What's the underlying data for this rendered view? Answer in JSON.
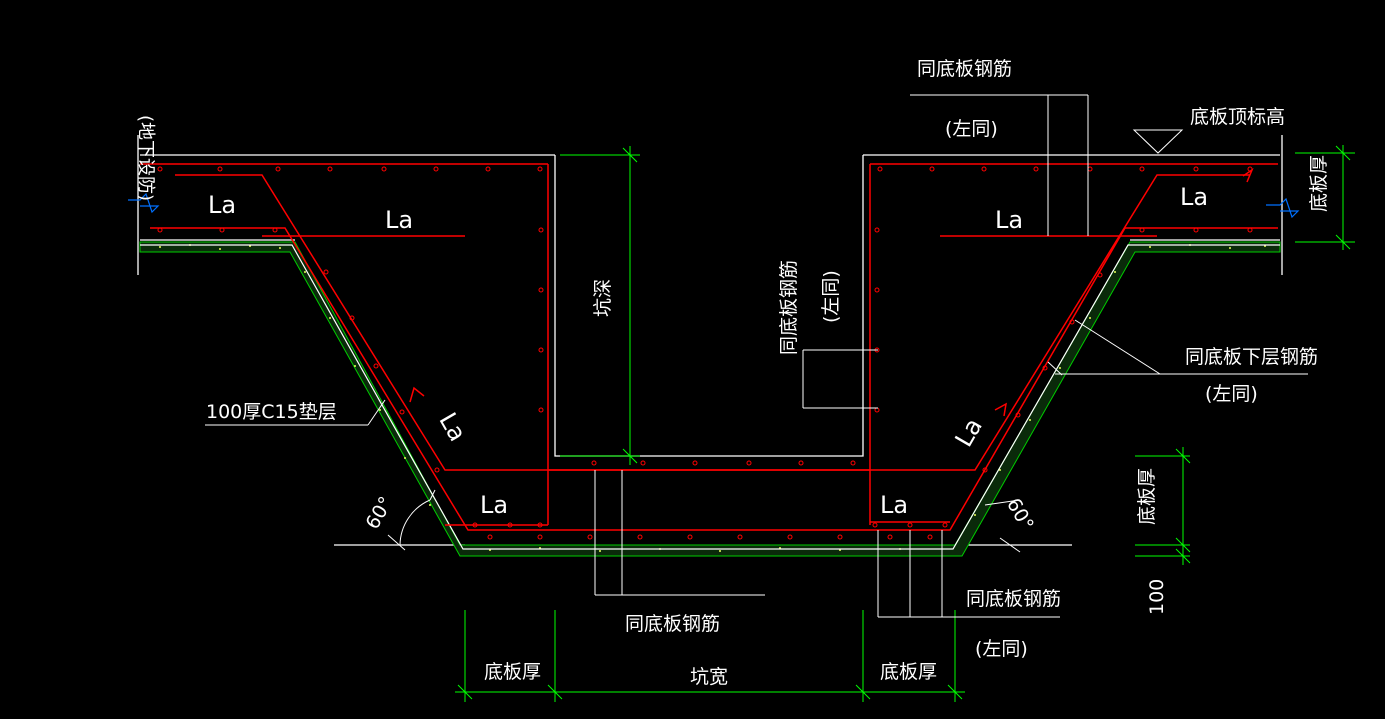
{
  "labels": {
    "la": "La",
    "top_note": "同底板钢筋",
    "top_note_sub": "(左同)",
    "top_elevation": "底板顶标高",
    "slab_thk": "底板厚",
    "pit_depth": "坑深",
    "mid_note": "同底板钢筋",
    "mid_note_sub": "(左同)",
    "lower_note": "同底板下层钢筋",
    "lower_note_sub": "(左同)",
    "cushion": "100厚C15垫层",
    "angle": "60°",
    "bottom_left_note": "同底板钢筋",
    "bottom_right_note": "同底板钢筋",
    "bottom_right_sub": "(左同)",
    "pit_width": "坑宽",
    "cushion_thk": "100",
    "edge_text": "(地下设防)"
  },
  "colors": {
    "background": "#000000",
    "rebar": "#ff0000",
    "concrete_outline": "#ffffff",
    "dimension": "#00ff00",
    "cushion_fill": "#00aa00",
    "break_line": "#0070ff"
  }
}
